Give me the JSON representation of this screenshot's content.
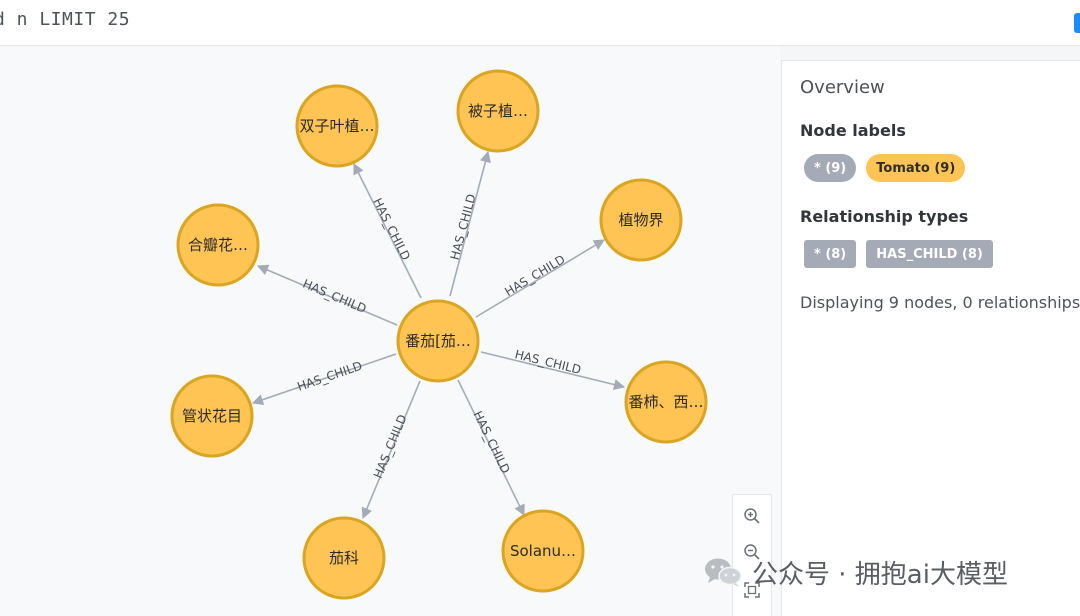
{
  "query": {
    "text": "d n LIMIT 25"
  },
  "graph": {
    "center": {
      "label": "番茄[茄…"
    },
    "nodes": [
      {
        "label": "双子叶植…"
      },
      {
        "label": "被子植…"
      },
      {
        "label": "植物界"
      },
      {
        "label": "番柿、西…"
      },
      {
        "label": "Solanu…"
      },
      {
        "label": "茄科"
      },
      {
        "label": "管状花目"
      },
      {
        "label": "合瓣花…"
      }
    ],
    "relationship_label": "HAS_CHILD",
    "node_color": "#ffc454",
    "node_border_color": "#daa520",
    "edge_color": "#a5abb6"
  },
  "zoom_controls": {
    "zoom_in_icon": "zoom-in-icon",
    "zoom_out_icon": "zoom-out-icon",
    "fit_icon": "fit-to-screen-icon"
  },
  "overview": {
    "title": "Overview",
    "node_labels_heading": "Node labels",
    "node_labels": [
      {
        "text": "* (9)"
      },
      {
        "text": "Tomato (9)"
      }
    ],
    "relationship_types_heading": "Relationship types",
    "relationship_types": [
      {
        "text": "* (8)"
      },
      {
        "text": "HAS_CHILD (8)"
      }
    ],
    "status": "Displaying 9 nodes, 0 relationships."
  },
  "watermark": {
    "text": "公众号 · 拥抱ai大模型",
    "icon": "wechat-icon"
  }
}
